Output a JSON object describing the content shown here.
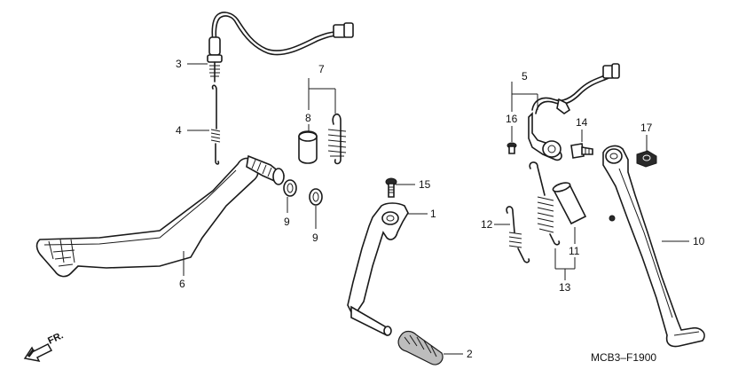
{
  "callouts": [
    "1",
    "2",
    "3",
    "4",
    "5",
    "6",
    "7",
    "8",
    "9",
    "9",
    "10",
    "11",
    "12",
    "13",
    "14",
    "15",
    "16",
    "17"
  ],
  "diagram_code": "MCB3–F1900",
  "direction_label": "FR.",
  "icons": [
    "front-direction-arrow-icon"
  ]
}
